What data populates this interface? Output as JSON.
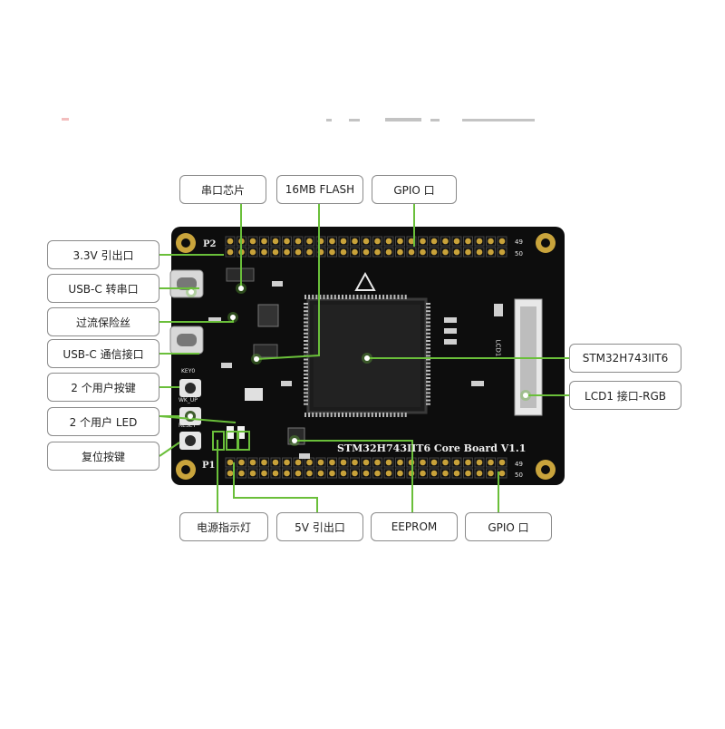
{
  "colors": {
    "board": "#0d0d0d",
    "leader": "#6abf3a",
    "callout_border": "#8a8a8a",
    "pin": "#c8a23a",
    "silk": "#e8e8e8"
  },
  "board": {
    "title": "STM32H743IIT6 Core Board V1.1",
    "header_top": "P2",
    "header_bottom": "P1",
    "pin_labels": {
      "top_right_a": "49",
      "top_right_b": "50",
      "bottom_right_a": "49",
      "bottom_right_b": "50"
    },
    "lcd_label": "LCD1",
    "button_labels": {
      "key0": "KEY0",
      "wkup": "WK_UP",
      "reset": "RESET"
    }
  },
  "callouts": {
    "uart_chip": "串口芯片",
    "flash": "16MB FLASH",
    "gpio_top": "GPIO 口",
    "out_3v3": "3.3V 引出口",
    "usbc_uart": "USB-C 转串口",
    "fuse": "过流保险丝",
    "usbc_comm": "USB-C 通信接口",
    "user_keys": "2 个用户按键",
    "user_leds": "2 个用户 LED",
    "reset_key": "复位按键",
    "mcu": "STM32H743IIT6",
    "lcd": "LCD1 接口-RGB",
    "power_led": "电源指示灯",
    "out_5v": "5V 引出口",
    "eeprom": "EEPROM",
    "gpio_bottom": "GPIO 口"
  }
}
